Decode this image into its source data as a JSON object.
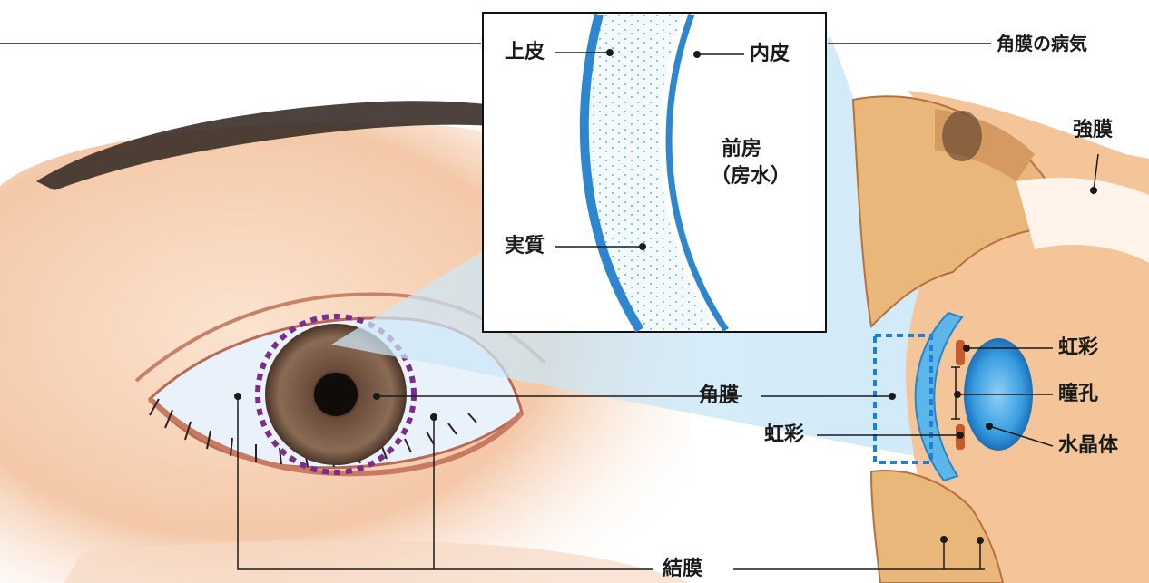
{
  "header": {
    "title": "角膜の病気"
  },
  "inset": {
    "epithelium": "上皮",
    "endothelium": "内皮",
    "anterior_chamber": "前房",
    "aqueous_humor": "（房水）",
    "stroma": "実質"
  },
  "eye_labels": {
    "cornea": "角膜",
    "iris_front": "虹彩",
    "conjunctiva": "結膜"
  },
  "section_labels": {
    "sclera": "強膜",
    "iris": "虹彩",
    "pupil": "瞳孔",
    "lens": "水晶体"
  },
  "colors": {
    "skin": "#f3c9a7",
    "skin_shade": "#d9866b",
    "iris": "#7a5a45",
    "cornea_blue": "#3a8fd0",
    "highlight_ring": "#7b2d8e",
    "callout": "#1f7fd6"
  }
}
